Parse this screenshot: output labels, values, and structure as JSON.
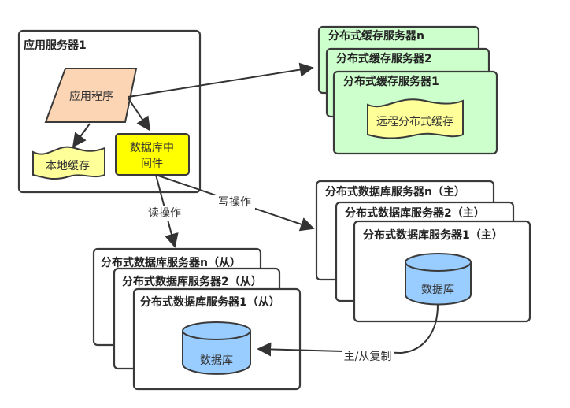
{
  "diagram": {
    "app_server": {
      "title": "应用服务器1",
      "app_program": "应用程序",
      "local_cache": "本地缓存",
      "db_middleware_line1": "数据库中",
      "db_middleware_line2": "间件"
    },
    "cache_servers": {
      "titles": [
        "分布式缓存服务器n",
        "分布式缓存服务器2",
        "分布式缓存服务器1"
      ],
      "remote_cache": "远程分布式缓存"
    },
    "master_db_servers": {
      "titles": [
        "分布式数据库服务器n（主）",
        "分布式数据库服务器2（主）",
        "分布式数据库服务器1（主）"
      ],
      "database": "数据库"
    },
    "slave_db_servers": {
      "titles": [
        "分布式数据库服务器n（从）",
        "分布式数据库服务器2（从）",
        "分布式数据库服务器1（从）"
      ],
      "database": "数据库"
    },
    "edges": {
      "read_op": "读操作",
      "write_op": "写操作",
      "replication": "主/从复制"
    },
    "colors": {
      "app_program_fill": "#fcd5b4",
      "local_cache_fill": "#ffff99",
      "middleware_fill": "#ffff00",
      "cache_server_fill": "#ccffcc",
      "database_fill": "#99ccff"
    }
  }
}
